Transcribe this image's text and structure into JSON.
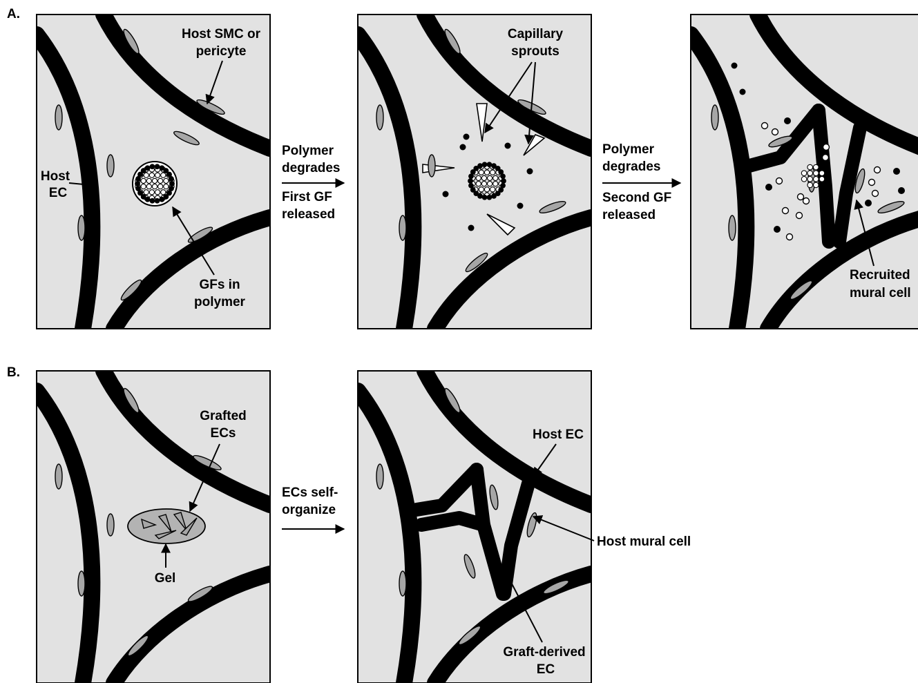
{
  "sections": {
    "a": "A.",
    "b": "B."
  },
  "labels": {
    "host_smc": [
      "Host SMC or",
      "pericyte"
    ],
    "host_ec": [
      "Host",
      "EC"
    ],
    "gfs_in_polymer": [
      "GFs in",
      "polymer"
    ],
    "capillary_sprouts": [
      "Capillary",
      "sprouts"
    ],
    "recruited_mural_cell": [
      "Recruited",
      "mural cell"
    ],
    "grafted_ecs": [
      "Grafted",
      "ECs"
    ],
    "gel": "Gel",
    "host_ec_b": "Host EC",
    "host_mural_cell": "Host mural cell",
    "graft_derived_ec": [
      "Graft-derived",
      "EC"
    ]
  },
  "steps": {
    "a1": [
      "Polymer",
      "degrades",
      "First GF",
      "released"
    ],
    "a2": [
      "Polymer",
      "degrades",
      "Second GF",
      "released"
    ],
    "b1": [
      "ECs self-",
      "organize"
    ]
  },
  "colors": {
    "panel_fill": "#e2e2e2",
    "vessel_lumen": "#ffffff",
    "mural_cell": "#a6a6a6",
    "gel_fill": "#b3b3b3"
  }
}
